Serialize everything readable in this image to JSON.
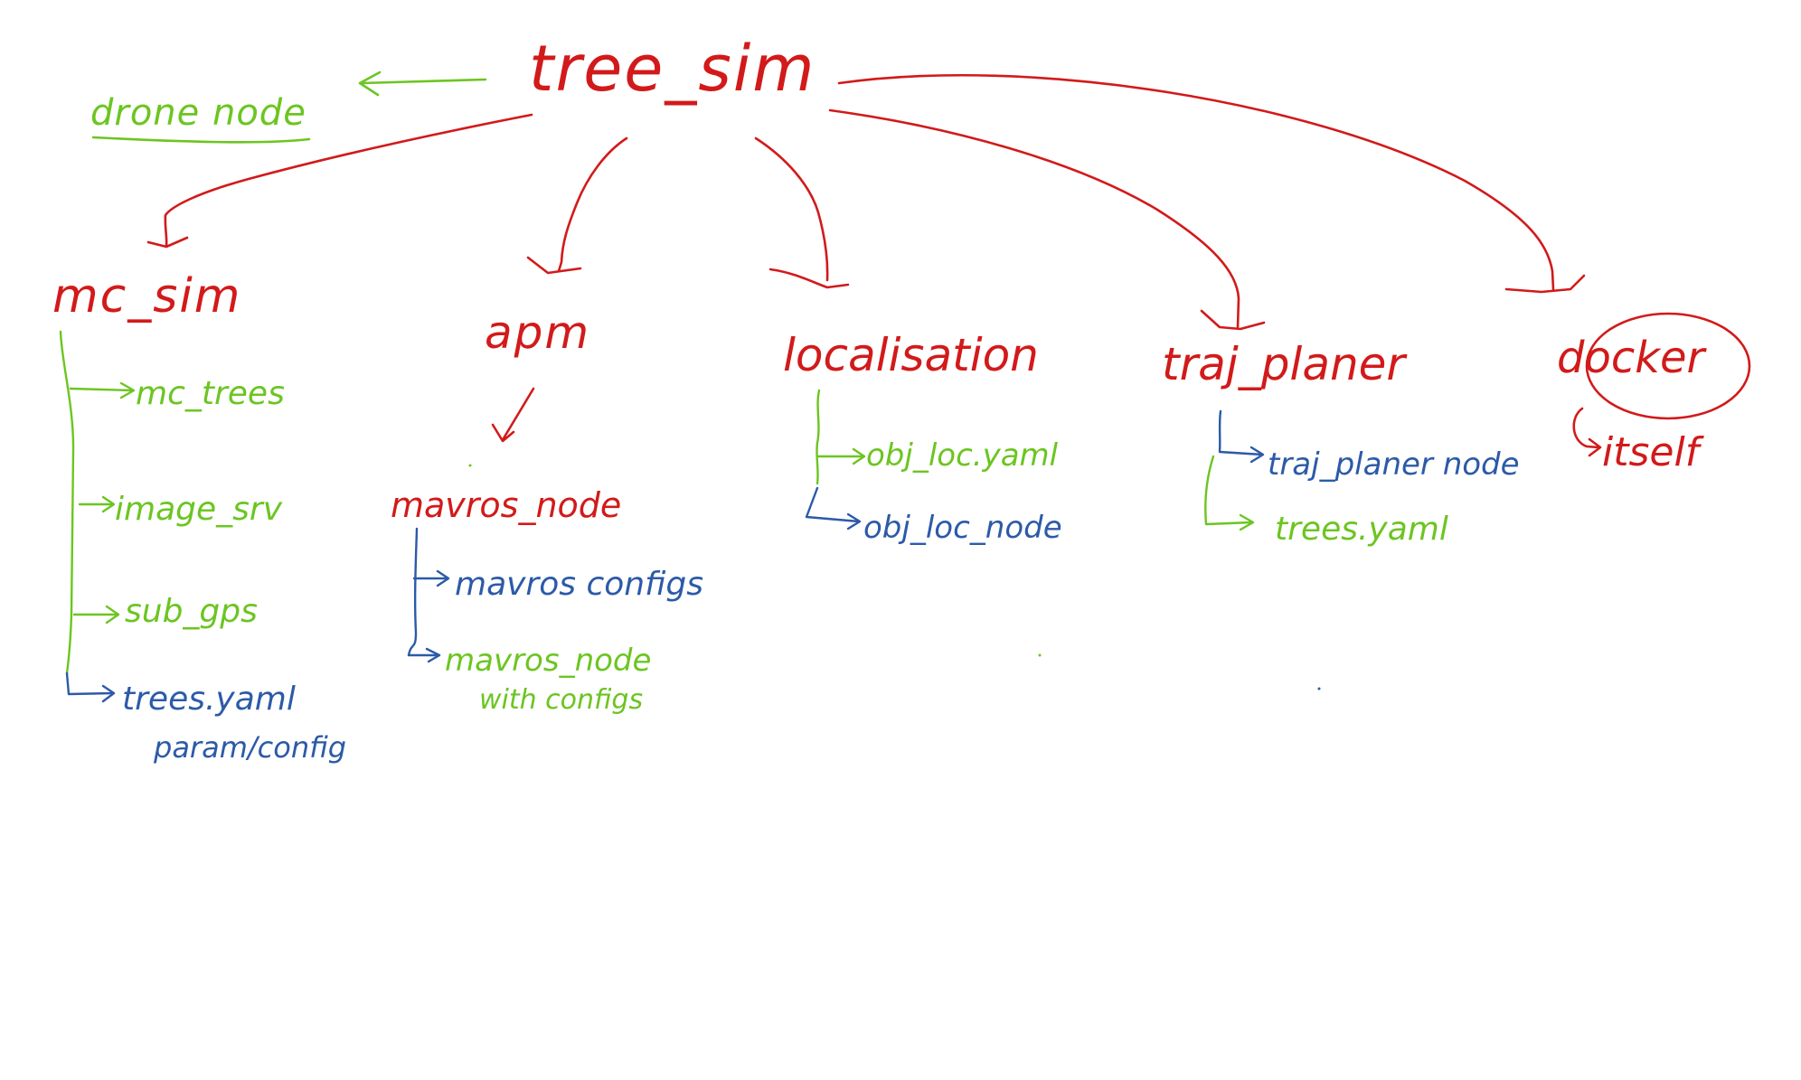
{
  "colors": {
    "red": "#d21a1a",
    "green": "#6cc521",
    "blue": "#2c5aa8"
  },
  "root": {
    "label": "tree_sim"
  },
  "side_note": {
    "label": "drone node"
  },
  "packages": {
    "mc_sim": {
      "label": "mc_sim",
      "children": [
        "mc_trees",
        "image_srv",
        "sub_gps",
        "trees.yaml",
        "param/config"
      ]
    },
    "apm": {
      "label": "apm",
      "node": "mavros_node",
      "children": [
        "mavros configs",
        "mavros_node",
        "with configs"
      ]
    },
    "localisation": {
      "label": "localisation",
      "children": [
        "obj_loc.yaml",
        "obj_loc_node"
      ]
    },
    "traj_planner": {
      "label": "traj_planer",
      "children": [
        "traj_planer node",
        "trees.yaml"
      ]
    },
    "docker": {
      "label": "docker",
      "children": [
        "itself"
      ]
    }
  }
}
